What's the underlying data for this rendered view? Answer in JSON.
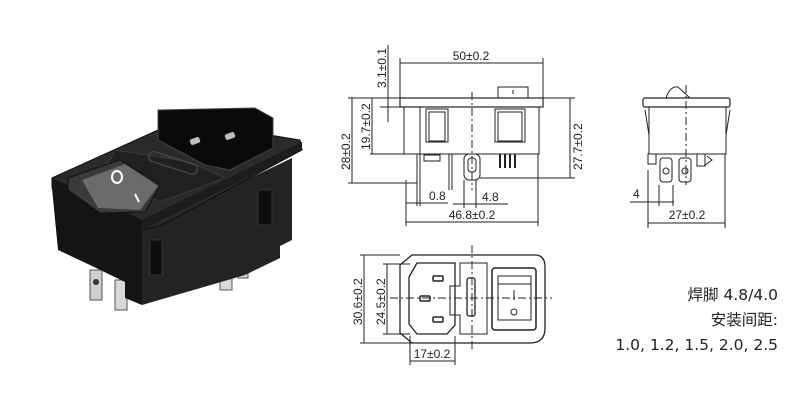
{
  "product_photo": {
    "description": "IEC C14 inlet with fuse holder and illuminated rocker switch",
    "switch_symbols": [
      "O",
      "I"
    ]
  },
  "front_view": {
    "dimensions": {
      "top_width": "50±0.2",
      "flange_thickness": "3.1±0.1",
      "overall_height": "28±0.2",
      "body_height": "19.7±0.2",
      "right_height": "27.7±0.2",
      "pin_width": "0.8",
      "pin_spacing": "4.8",
      "bottom_width": "46.8±0.2"
    }
  },
  "side_view": {
    "dimensions": {
      "pin_offset": "4",
      "body_width": "27±0.2"
    }
  },
  "panel_cutout": {
    "dimensions": {
      "outer_height": "30.6±0.2",
      "inner_height": "24.5±0.2",
      "inlet_width": "17±0.2"
    }
  },
  "specs": {
    "line1": "焊脚 4.8/4.0",
    "line2": "安装间距:",
    "line3": "1.0, 1.2, 1.5, 2.0, 2.5"
  },
  "colors": {
    "line": "#222222",
    "body": "#1a1a1a",
    "rocker": "#6b6b6b",
    "background": "#ffffff"
  }
}
